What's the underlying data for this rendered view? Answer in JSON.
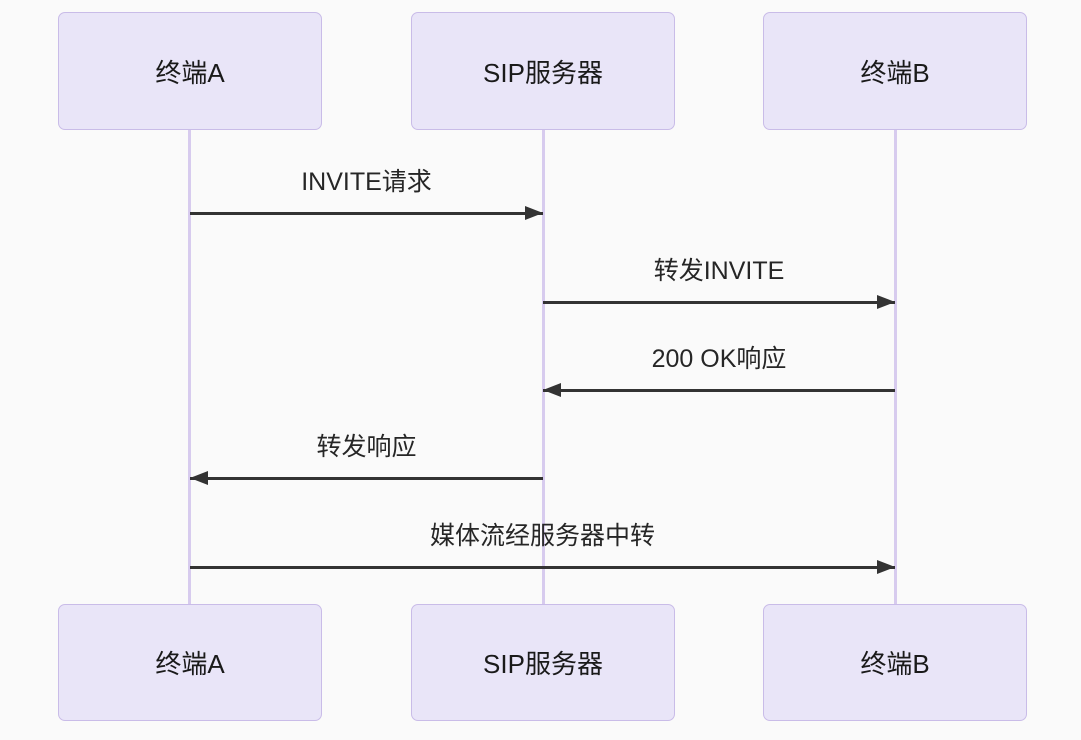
{
  "diagram": {
    "type": "sequence-diagram",
    "topic": "SIP call flow with media relayed through server",
    "colors": {
      "background": "#fafafa",
      "actor_fill": "#e9e5f8",
      "actor_border": "#c9bce8",
      "lifeline": "#d7cbee",
      "arrow": "#333333",
      "text": "#262626"
    },
    "actors": [
      {
        "id": "terminal-a",
        "label": "终端A"
      },
      {
        "id": "sip-server",
        "label": "SIP服务器"
      },
      {
        "id": "terminal-b",
        "label": "终端B"
      }
    ],
    "messages": [
      {
        "label": "INVITE请求",
        "from": "终端A",
        "to": "SIP服务器",
        "direction": "right"
      },
      {
        "label": "转发INVITE",
        "from": "SIP服务器",
        "to": "终端B",
        "direction": "right"
      },
      {
        "label": "200 OK响应",
        "from": "终端B",
        "to": "SIP服务器",
        "direction": "left"
      },
      {
        "label": "转发响应",
        "from": "SIP服务器",
        "to": "终端A",
        "direction": "left"
      },
      {
        "label": "媒体流经服务器中转",
        "from": "终端A",
        "to": "终端B",
        "direction": "right"
      }
    ]
  }
}
